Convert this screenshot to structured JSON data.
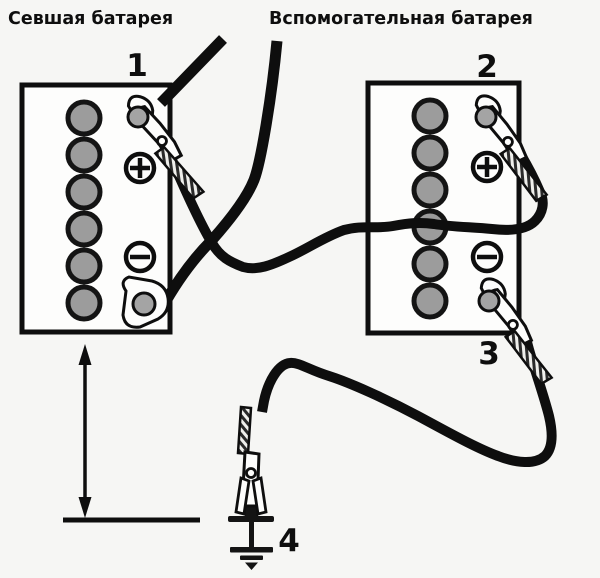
{
  "diagram": {
    "dead_battery_label": "Севшая батарея",
    "aux_battery_label": "Вспомогательная батарея",
    "steps": {
      "s1": "1",
      "s2": "2",
      "s3": "3",
      "s4": "4"
    },
    "colors": {
      "ink": "#0e0e0e",
      "paper": "#f6f6f4",
      "battery_fill": "#fdfdfc",
      "cell_fill": "#9c9c9c",
      "terminal_fill": "#a4a4a4"
    }
  }
}
